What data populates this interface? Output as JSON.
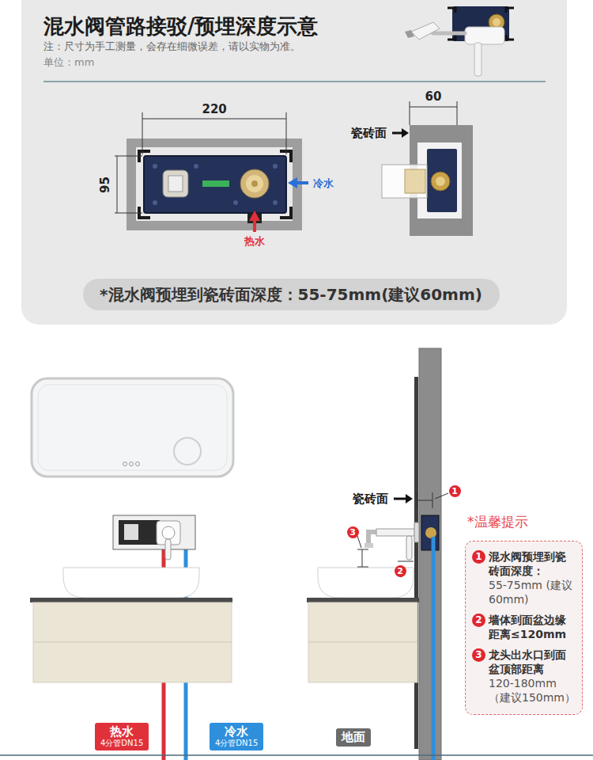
{
  "diagram": {
    "title": "混水阀管路接驳/预埋深度示意",
    "nodes": [
      {
        "text": [
          "*混水阀预埋到瓷砖面深度：55-75mm(建议60mm)"
        ]
      },
      {
        "text": [
          "*温馨提示",
          "1",
          "混水阀预埋到瓷砖面深度：",
          "55-75mm (建议60mm)",
          "2",
          "墙体到面盆边缘距离≤120mm",
          "3",
          "龙头出水口到面盆顶部距离",
          "120-180mm （建议150mm）"
        ]
      },
      {
        "text": [
          "热水",
          "4分管DN15"
        ]
      },
      {
        "text": [
          "冷水",
          "4分管DN15"
        ]
      },
      {
        "text": [
          "地面"
        ]
      }
    ],
    "labels": [
      "注：尺寸为手工测量，会存在细微误差，请以实物为准。",
      "单位：mm",
      "220",
      "95",
      "冷水",
      "热水",
      "60",
      "瓷砖面",
      "瓷砖面",
      "1",
      "3",
      "2"
    ]
  }
}
